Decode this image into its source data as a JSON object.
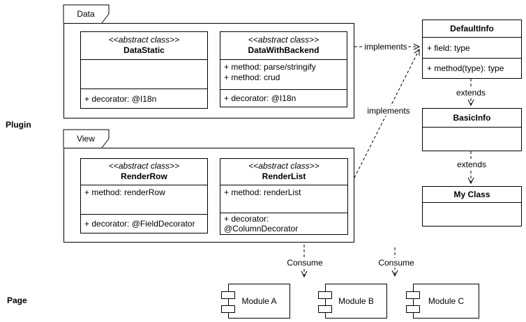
{
  "plugin_label": "Plugin",
  "page_label": "Page",
  "packages": {
    "data": {
      "title": "Data"
    },
    "view": {
      "title": "View"
    }
  },
  "classes": {
    "data_static": {
      "stereotype": "<<abstract class>>",
      "name": "DataStatic",
      "decorator": "+ decorator: @I18n"
    },
    "data_with_backend": {
      "stereotype": "<<abstract class>>",
      "name": "DataWithBackend",
      "method1": "+ method: parse/stringify",
      "method2": "+ method: crud",
      "decorator": "+ decorator: @I18n"
    },
    "render_row": {
      "stereotype": "<<abstract class>>",
      "name": "RenderRow",
      "method1": "+ method: renderRow",
      "decorator": "+ decorator: @FieldDecorator"
    },
    "render_list": {
      "stereotype": "<<abstract class>>",
      "name": "RenderList",
      "method1": "+ method: renderList",
      "decorator": "+ decorator: @ColumnDecorator"
    }
  },
  "interfaces": {
    "default_info": {
      "name": "DefaultInfo",
      "field": "+ field: type",
      "method": "+ method(type): type"
    },
    "basic_info": {
      "name": "BasicInfo"
    },
    "my_class": {
      "name": "My Class"
    }
  },
  "relations": {
    "implements_data": "implements",
    "implements_view": "implements",
    "extends_basic": "extends",
    "extends_my": "extends",
    "consume_left": "Consume",
    "consume_right": "Consume"
  },
  "modules": [
    {
      "name": "Module A"
    },
    {
      "name": "Module B"
    },
    {
      "name": "Module C"
    }
  ],
  "colors": {
    "stroke": "#000000",
    "background": "#ffffff"
  }
}
